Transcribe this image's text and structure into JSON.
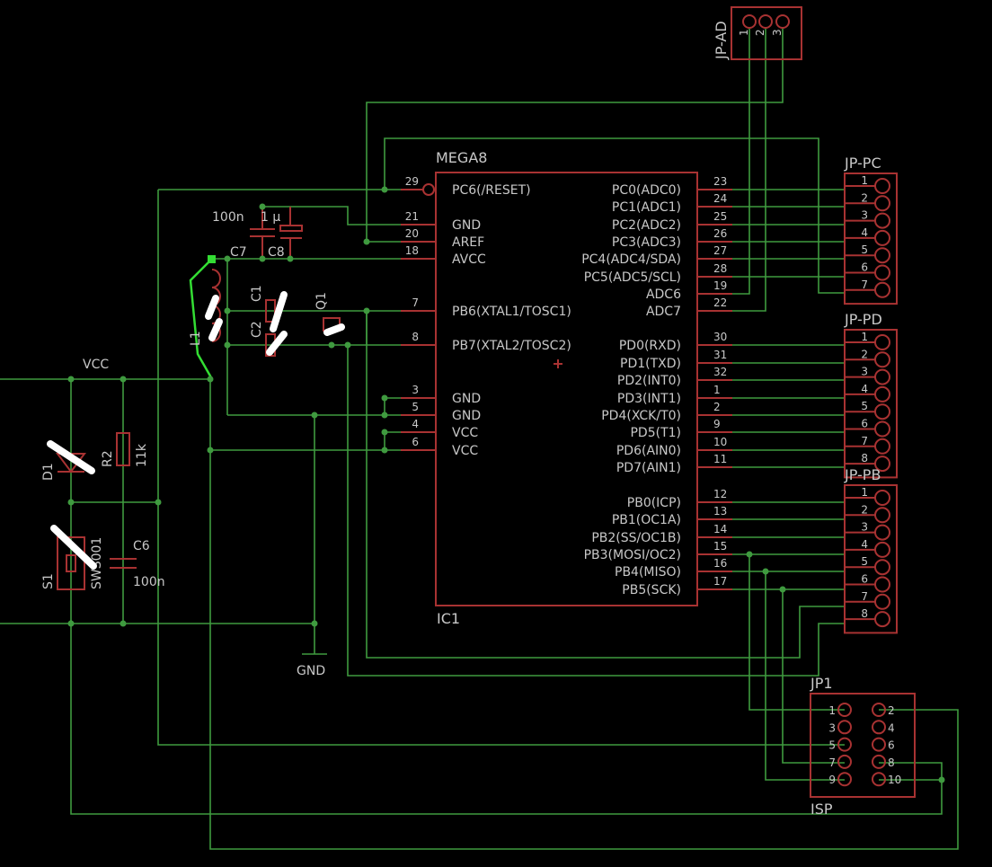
{
  "ic": {
    "name": "MEGA8",
    "ref": "IC1",
    "left_pins": [
      {
        "num": "29",
        "label": "PC6(/RESET)"
      },
      {
        "num": "21",
        "label": "GND"
      },
      {
        "num": "20",
        "label": "AREF"
      },
      {
        "num": "18",
        "label": "AVCC"
      },
      {
        "num": "7",
        "label": "PB6(XTAL1/TOSC1)"
      },
      {
        "num": "8",
        "label": "PB7(XTAL2/TOSC2)"
      },
      {
        "num": "3",
        "label": "GND"
      },
      {
        "num": "5",
        "label": "GND"
      },
      {
        "num": "4",
        "label": "VCC"
      },
      {
        "num": "6",
        "label": "VCC"
      }
    ],
    "right_pins": [
      {
        "num": "23",
        "label": "PC0(ADC0)"
      },
      {
        "num": "24",
        "label": "PC1(ADC1)"
      },
      {
        "num": "25",
        "label": "PC2(ADC2)"
      },
      {
        "num": "26",
        "label": "PC3(ADC3)"
      },
      {
        "num": "27",
        "label": "PC4(ADC4/SDA)"
      },
      {
        "num": "28",
        "label": "PC5(ADC5/SCL)"
      },
      {
        "num": "19",
        "label": "ADC6"
      },
      {
        "num": "22",
        "label": "ADC7"
      },
      {
        "num": "30",
        "label": "PD0(RXD)"
      },
      {
        "num": "31",
        "label": "PD1(TXD)"
      },
      {
        "num": "32",
        "label": "PD2(INT0)"
      },
      {
        "num": "1",
        "label": "PD3(INT1)"
      },
      {
        "num": "2",
        "label": "PD4(XCK/T0)"
      },
      {
        "num": "9",
        "label": "PD5(T1)"
      },
      {
        "num": "10",
        "label": "PD6(AIN0)"
      },
      {
        "num": "11",
        "label": "PD7(AIN1)"
      },
      {
        "num": "12",
        "label": "PB0(ICP)"
      },
      {
        "num": "13",
        "label": "PB1(OC1A)"
      },
      {
        "num": "14",
        "label": "PB2(SS/OC1B)"
      },
      {
        "num": "15",
        "label": "PB3(MOSI/OC2)"
      },
      {
        "num": "16",
        "label": "PB4(MISO)"
      },
      {
        "num": "17",
        "label": "PB5(SCK)"
      }
    ]
  },
  "headers": {
    "jp_ad": {
      "name": "JP-AD",
      "pins": [
        "1",
        "2",
        "3"
      ]
    },
    "jp_pc": {
      "name": "JP-PC",
      "pins": [
        "1",
        "2",
        "3",
        "4",
        "5",
        "6",
        "7"
      ]
    },
    "jp_pd": {
      "name": "JP-PD",
      "pins": [
        "1",
        "2",
        "3",
        "4",
        "5",
        "6",
        "7",
        "8"
      ]
    },
    "jp_pb": {
      "name": "JP-PB",
      "pins": [
        "1",
        "2",
        "3",
        "4",
        "5",
        "6",
        "7",
        "8"
      ]
    },
    "jp1": {
      "name": "JP1",
      "value": "ISP",
      "pins": [
        "1",
        "2",
        "3",
        "4",
        "5",
        "6",
        "7",
        "8",
        "9",
        "10"
      ]
    }
  },
  "parts": {
    "c7": {
      "name": "C7",
      "value": "100n"
    },
    "c8": {
      "name": "C8",
      "value": "1 µ"
    },
    "c1": {
      "name": "C1"
    },
    "c2": {
      "name": "C2"
    },
    "q1": {
      "name": "Q1"
    },
    "l1": {
      "name": "L1"
    },
    "d1": {
      "name": "D1"
    },
    "r2": {
      "name": "R2",
      "value": "11k"
    },
    "s1": {
      "name": "S1",
      "value": "SWS001"
    },
    "c6": {
      "name": "C6",
      "value": "100n"
    }
  },
  "supply": {
    "vcc": "VCC",
    "gnd": "GND"
  },
  "colors": {
    "wire": "#3f9a3f",
    "part": "#a83232",
    "text": "#c8c8c8",
    "highlight": "#33dd33",
    "background": "#000000"
  }
}
